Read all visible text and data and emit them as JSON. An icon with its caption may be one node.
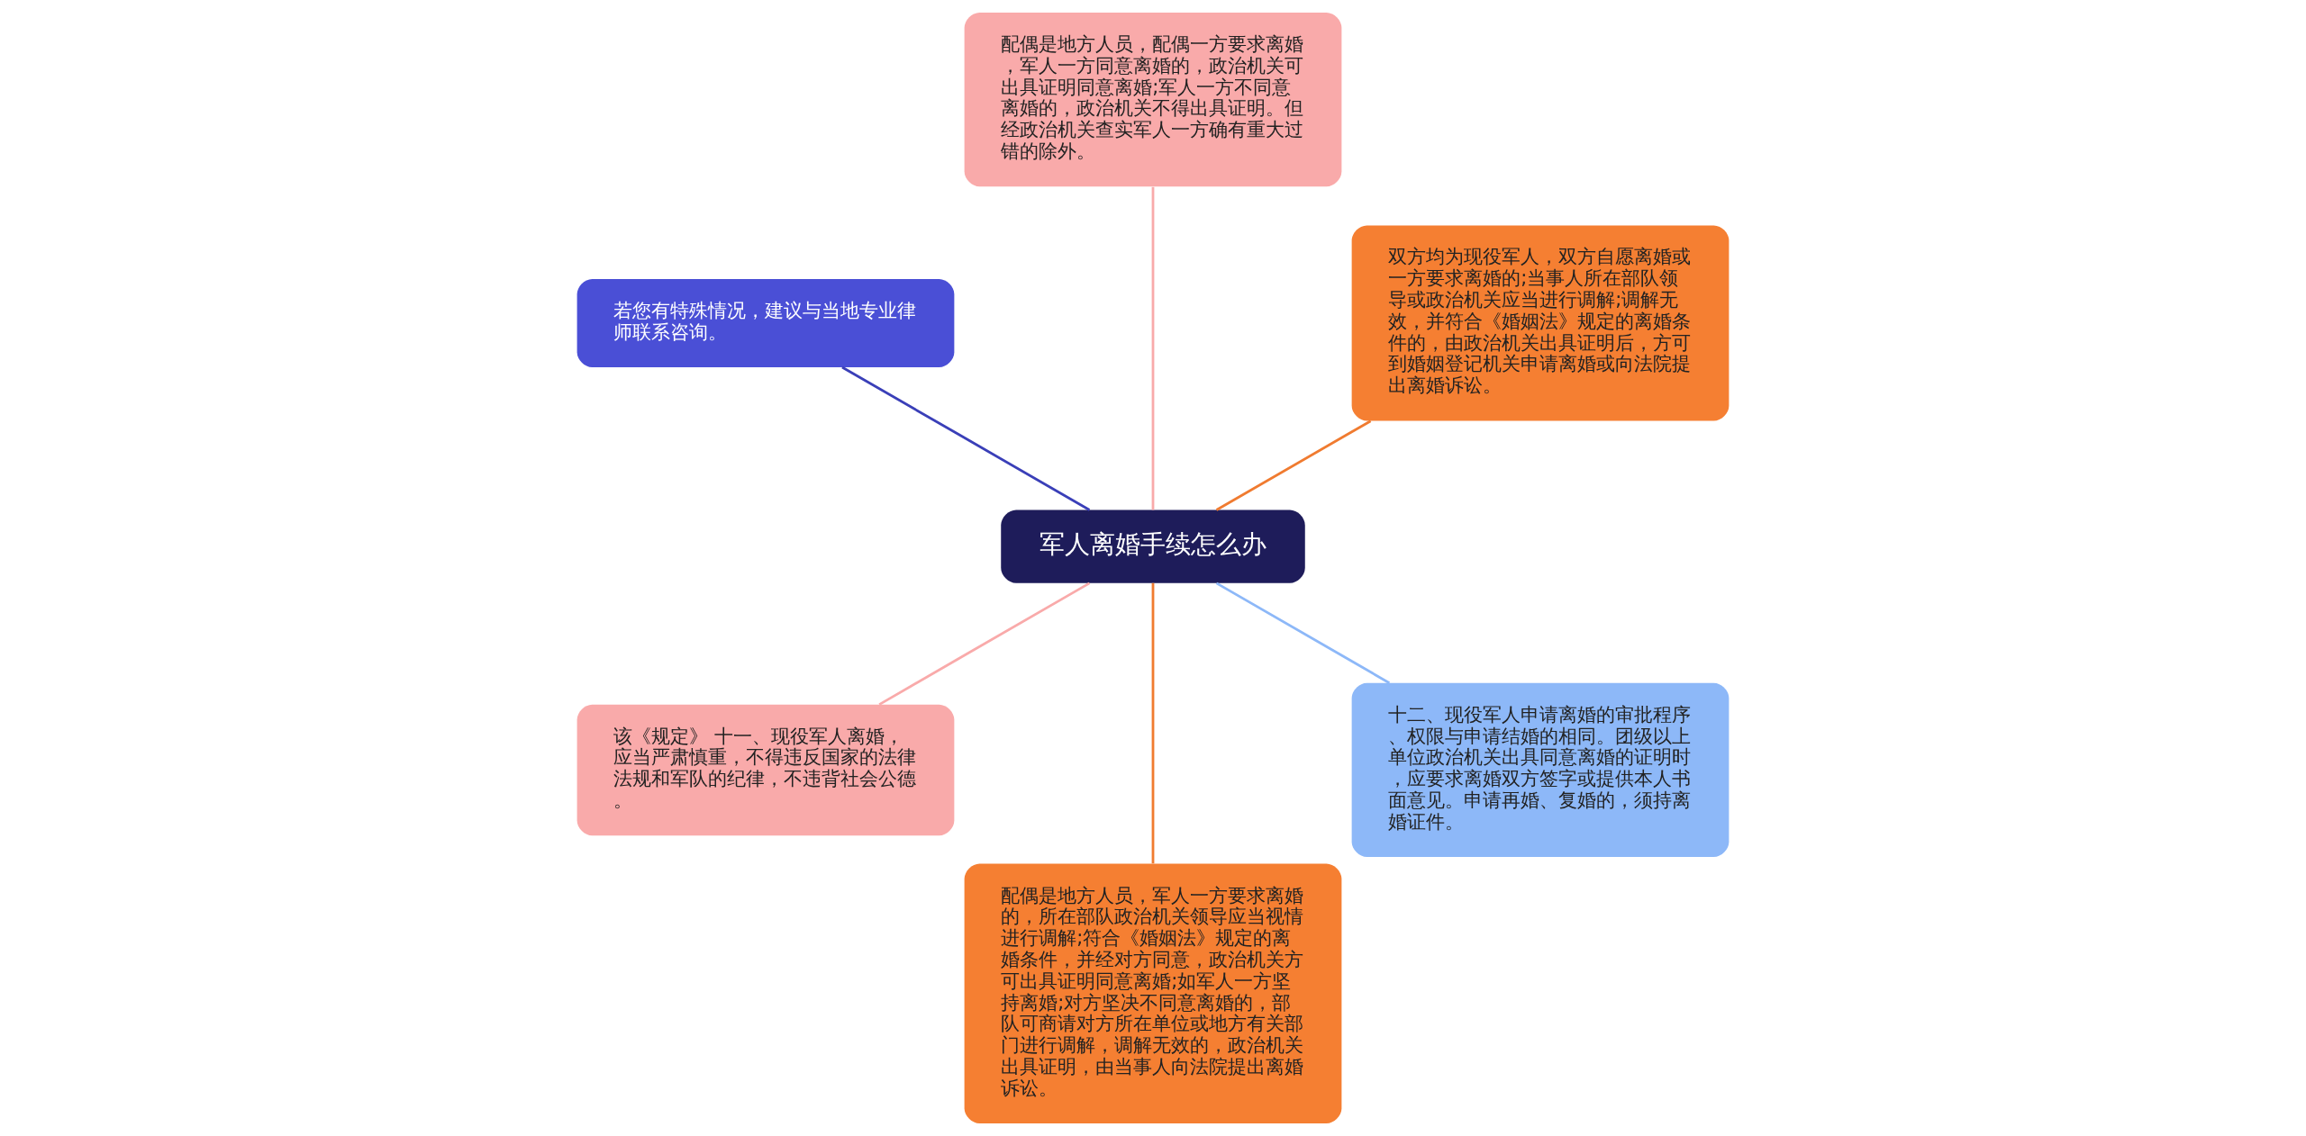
{
  "diagram": {
    "nodes": [
      {
        "text": [
          "军人离婚手续怎么办"
        ]
      },
      {
        "text": [
          "双方均为现役军人，双方自愿离婚或一方要求离婚的;当事人所在部队领导或政治机关应当进行调解;调解无效，并符合《婚姻法》规定的离婚条件的，由政治机关出具证明后，方可到婚姻登记机关申请离婚或向法院提出离婚诉讼。"
        ]
      },
      {
        "text": [
          "配偶是地方人员，配偶一方要求离婚，军人一方同意离婚的，政治机关可出具证明同意离婚;军人一方不同意离婚的，政治机关不得出具证明。但经政治机关查实军人一方确有重大过错的除外。"
        ]
      },
      {
        "text": [
          "若您有特殊情况，建议与当地专业律师联系咨询。"
        ]
      },
      {
        "text": [
          "该《规定》 十一、现役军人离婚，应当严肃慎重，不得违反国家的法律法规和军队的纪律，不违背社会公德。"
        ]
      },
      {
        "text": [
          "配偶是地方人员，军人一方要求离婚的，所在部队政治机关领导应当视情进行调解;符合《婚姻法》规定的离婚条件，并经对方同意，政治机关方可出具证明同意离婚;如军人一方坚持离婚;对方坚决不同意离婚的，部队可商请对方所在单位或地方有关部门进行调解，调解无效的，政治机关出具证明，由当事人向法院提出离婚诉讼。"
        ]
      },
      {
        "text": [
          "十二、现役军人申请离婚的审批程序、权限与申请结婚的相同。团级以上单位政治机关出具同意离婚的证明时，应要求离婚双方签字或提供本人书面意见。申请再婚、复婚的，须持离婚证件。"
        ]
      }
    ],
    "edges": [
      {
        "from": 0,
        "to": 1,
        "arrow": "none",
        "color": "#f07b30"
      },
      {
        "from": 0,
        "to": 2,
        "arrow": "none",
        "color": "#f9aaaa"
      },
      {
        "from": 0,
        "to": 3,
        "arrow": "none",
        "color": "#3a3fb8"
      },
      {
        "from": 0,
        "to": 4,
        "arrow": "none",
        "color": "#f9aaaa"
      },
      {
        "from": 0,
        "to": 5,
        "arrow": "none",
        "color": "#f07b30"
      },
      {
        "from": 0,
        "to": 6,
        "arrow": "none",
        "color": "#8db8f8"
      }
    ]
  }
}
